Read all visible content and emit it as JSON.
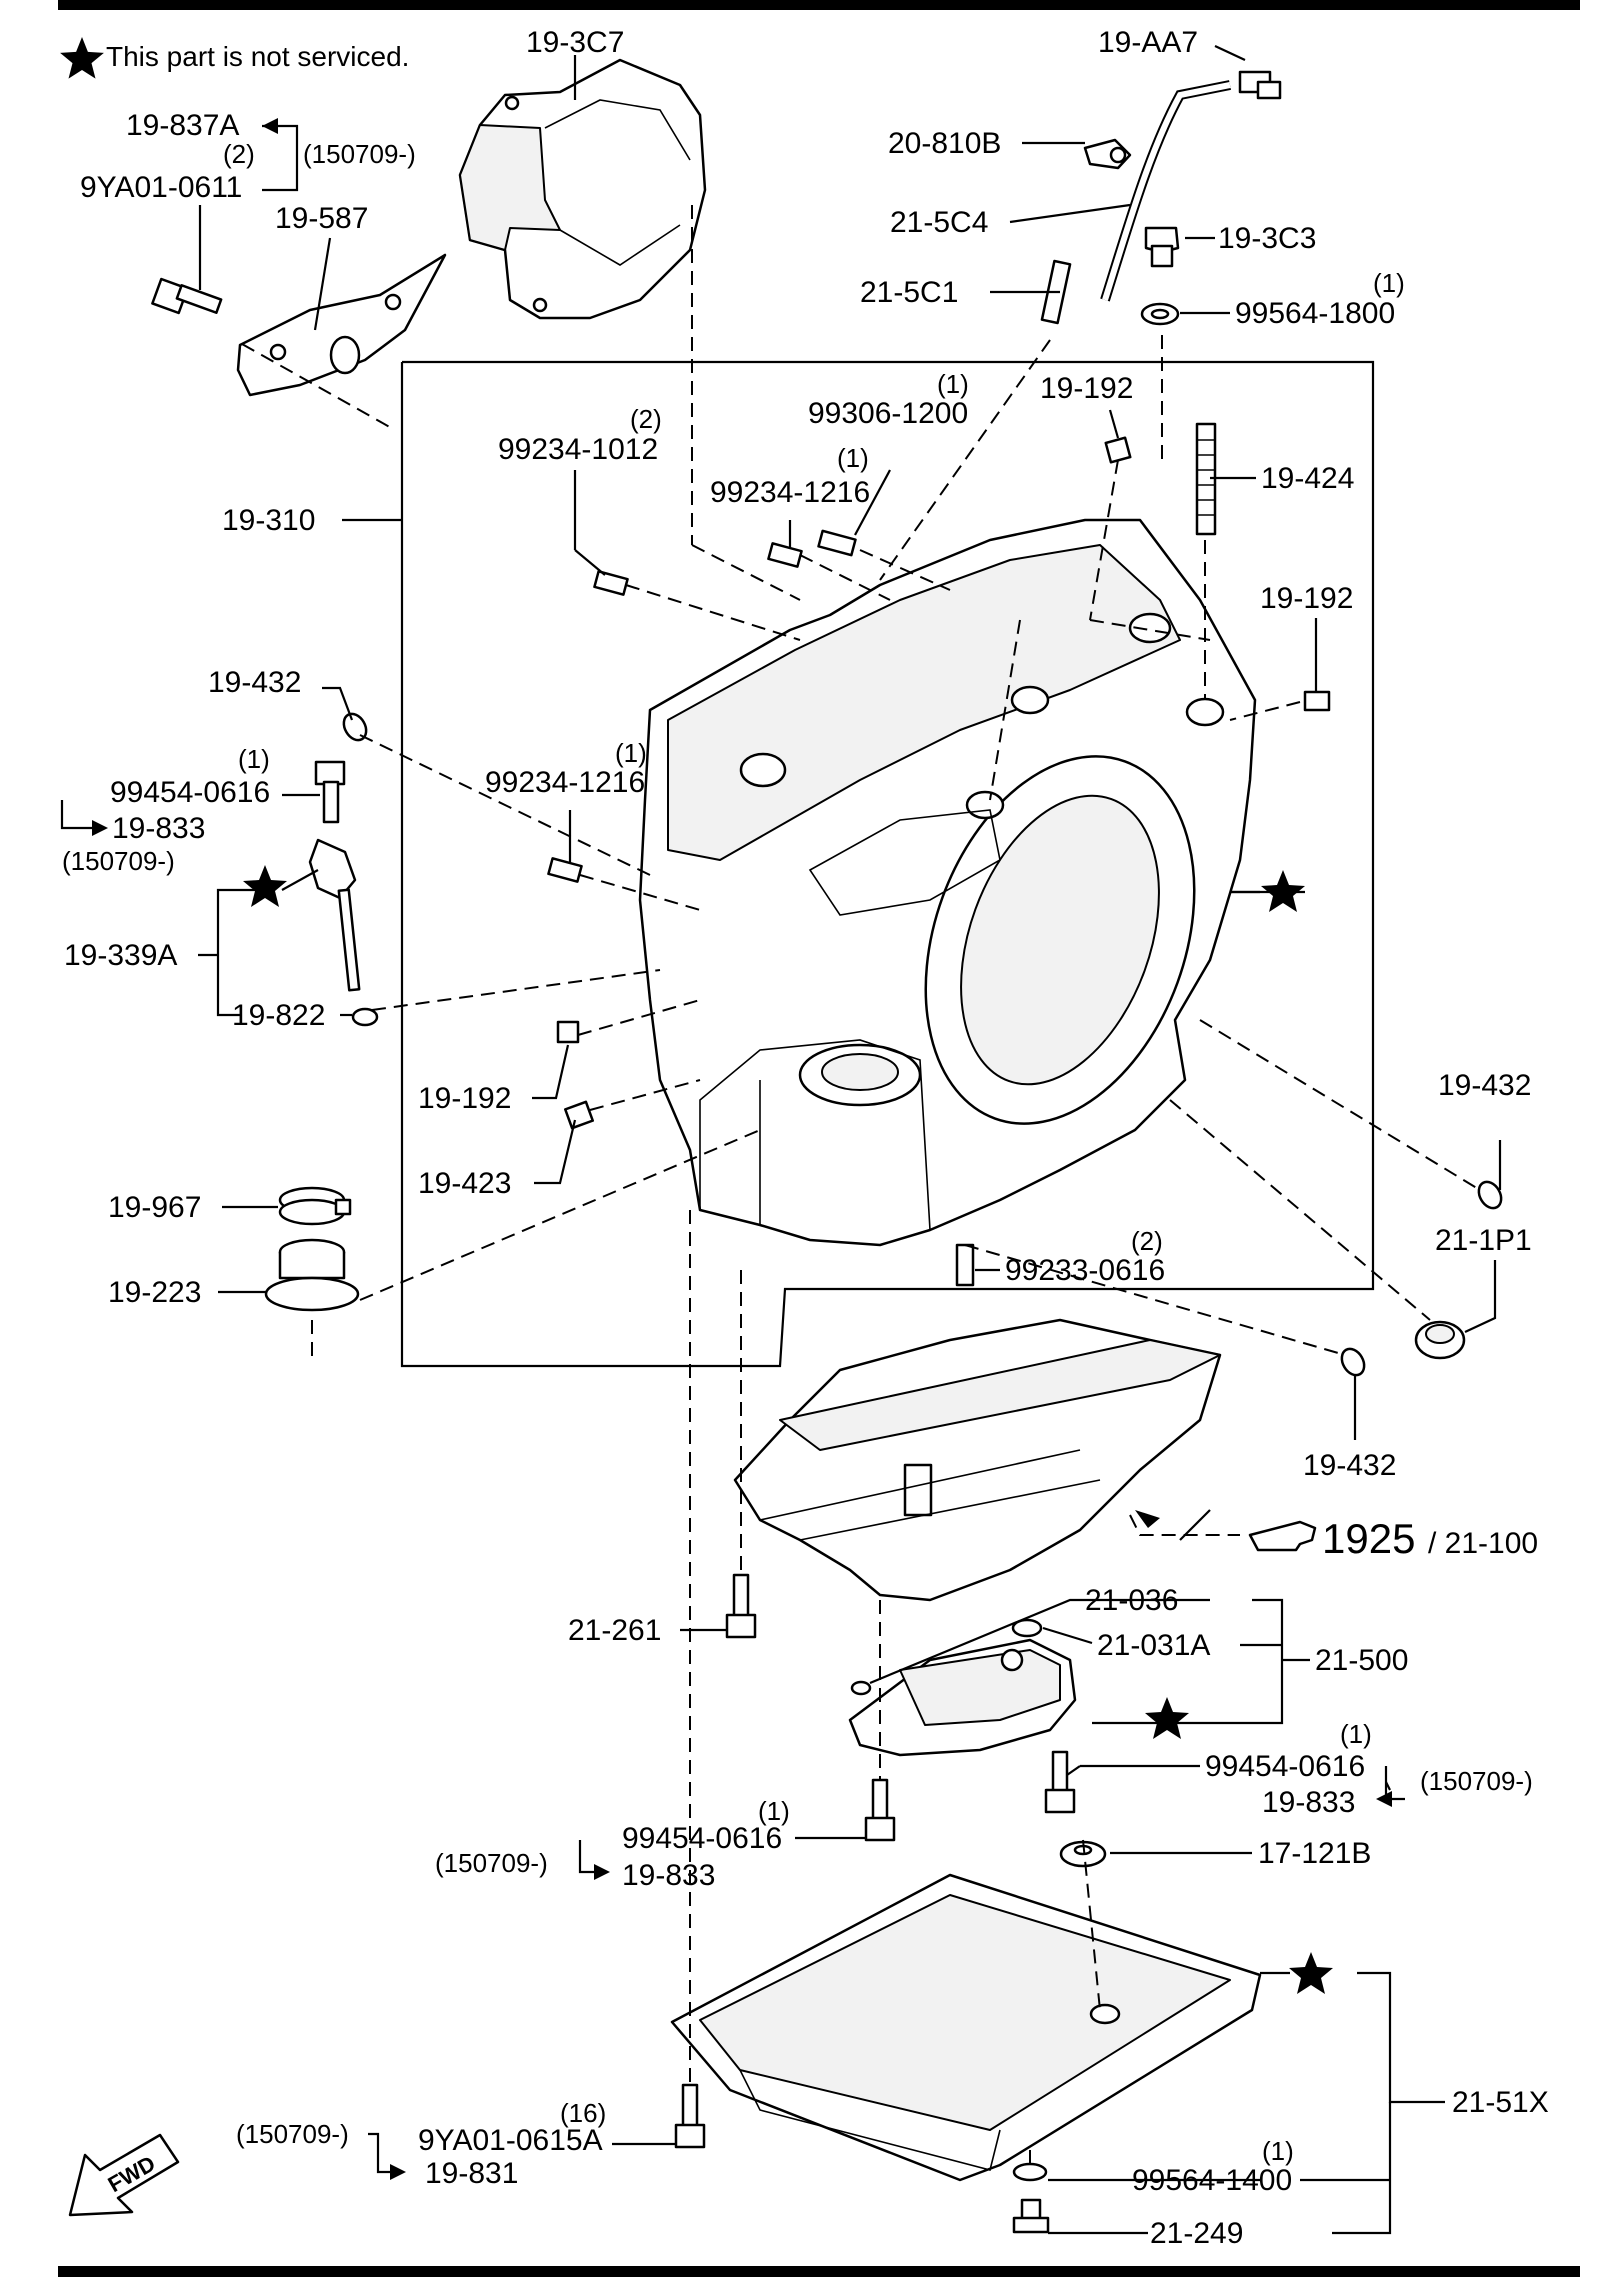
{
  "legend": {
    "note": "This part is not serviced."
  },
  "footer": {
    "nav_label": "1925",
    "nav_suffix": "/ 21-100"
  },
  "fwd_label": "FWD",
  "labels": {
    "p19_3C7": "19-3C7",
    "p19_AA7": "19-AA7",
    "p19_837A": "19-837A",
    "q2_a": "(2)",
    "d150709_a": "(150709-)",
    "p9YA01_0611": "9YA01-0611",
    "p20_810B": "20-810B",
    "p19_587": "19-587",
    "p21_5C4": "21-5C4",
    "p19_3C3": "19-3C3",
    "p21_5C1": "21-5C1",
    "q1_a": "(1)",
    "p99564_1800": "99564-1800",
    "q1_b": "(1)",
    "p99306_1200": "99306-1200",
    "p19_192_a": "19-192",
    "q2_b": "(2)",
    "p99234_1012": "99234-1012",
    "q1_c": "(1)",
    "p99234_1216_a": "99234-1216",
    "p19_424": "19-424",
    "p19_310": "19-310",
    "p19_192_b": "19-192",
    "p19_432_a": "19-432",
    "q1_d": "(1)",
    "p99454_0616_a": "99454-0616",
    "p19_833_a": "19-833",
    "d150709_b": "(150709-)",
    "q1_e": "(1)",
    "p99234_1216_b": "99234-1216",
    "p19_339A": "19-339A",
    "p19_822": "19-822",
    "p19_192_c": "19-192",
    "p19_432_b": "19-432",
    "p19_423": "19-423",
    "p19_967": "19-967",
    "p21_1P1": "21-1P1",
    "q2_c": "(2)",
    "p99233_0616": "99233-0616",
    "p19_223": "19-223",
    "p19_432_c": "19-432",
    "p21_036": "21-036",
    "p21_261": "21-261",
    "p21_031A": "21-031A",
    "p21_500": "21-500",
    "q1_f": "(1)",
    "p99454_0616_b": "99454-0616",
    "d150709_c": "(150709-)",
    "p19_833_b": "19-833",
    "q1_g": "(1)",
    "p99454_0616_c": "99454-0616",
    "d150709_d": "(150709-)",
    "p19_833_c": "19-833",
    "p17_121B": "17-121B",
    "p21_51X": "21-51X",
    "q16": "(16)",
    "d150709_e": "(150709-)",
    "p9YA01_0615A": "9YA01-0615A",
    "p19_831": "19-831",
    "q1_h": "(1)",
    "p99564_1400": "99564-1400",
    "p21_249": "21-249"
  }
}
